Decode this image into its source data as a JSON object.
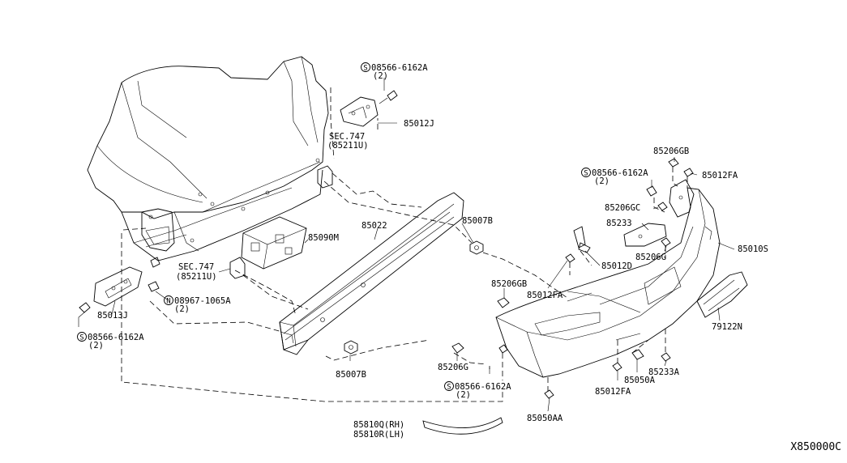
{
  "diagram_id": "X850000C",
  "callouts": {
    "c_85012J": "85012J",
    "c_sec747_top": "SEC.747",
    "c_85211U_top": "(85211U)",
    "c_85090M": "85090M",
    "c_85022": "85022",
    "c_85007B_right": "85007B",
    "c_85007B_bottom": "85007B",
    "c_sec747_mid": "SEC.747",
    "c_85211U_mid": "(85211U)",
    "c_85013J": "85013J",
    "c_08967": "08967-1065A",
    "c_08967_qty": "(2)",
    "c_08566_topleft": "08566-6162A",
    "c_08566_topleft_qty": "(2)",
    "c_08566_botleft": "08566-6162A",
    "c_08566_botleft_qty": "(2)",
    "c_85206G_center": "85206G",
    "c_08566_botcenter": "08566-6162A",
    "c_08566_botcenter_qty": "(2)",
    "c_85206GB_left": "85206GB",
    "c_85012FA_mid": "85012FA",
    "c_85012D": "85012D",
    "c_85233": "85233",
    "c_85206GC": "85206GC",
    "c_85206G_right": "85206G",
    "c_08566_right": "08566-6162A",
    "c_08566_right_qty": "(2)",
    "c_85206GB_top": "85206GB",
    "c_85012FA_top": "85012FA",
    "c_85010S": "85010S",
    "c_79122N": "79122N",
    "c_85233A": "85233A",
    "c_85050A": "85050A",
    "c_85012FA_bottom": "85012FA",
    "c_85050AA": "85050AA",
    "c_85810Q": "85810Q(RH)",
    "c_85810R": "85810R(LH)"
  },
  "symbols": {
    "screw_marker": "S",
    "nut_marker": "N"
  }
}
